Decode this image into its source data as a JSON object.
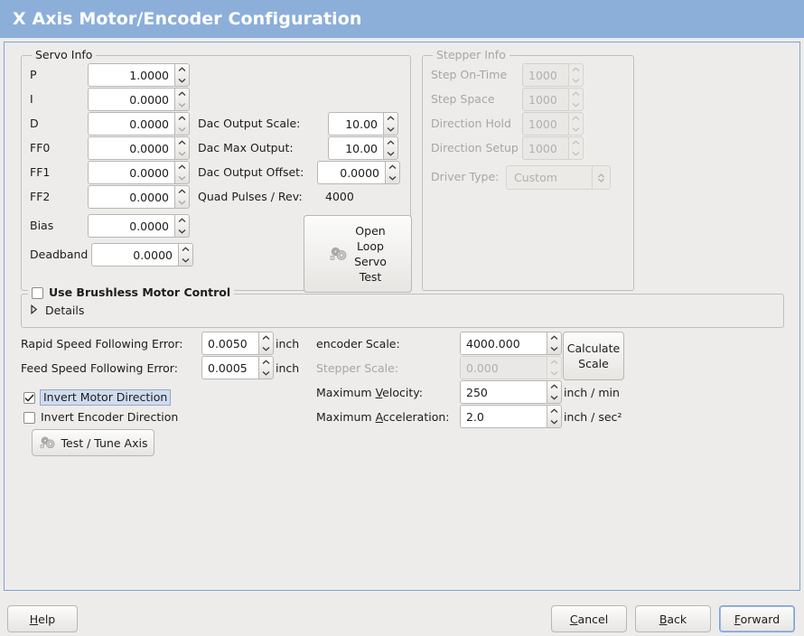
{
  "window": {
    "title": "X Axis Motor/Encoder Configuration",
    "title_bar_color": "#8cafd9",
    "background_color": "#edecea",
    "frame_border_color": "#7ba3d4"
  },
  "servo_info": {
    "legend": "Servo Info",
    "pid_rows": [
      {
        "label": "P",
        "value": "1.0000"
      },
      {
        "label": "I",
        "value": "0.0000"
      },
      {
        "label": "D",
        "value": "0.0000"
      },
      {
        "label": "FF0",
        "value": "0.0000"
      },
      {
        "label": "FF1",
        "value": "0.0000"
      },
      {
        "label": "FF2",
        "value": "0.0000"
      },
      {
        "label": "Bias",
        "value": "0.0000"
      },
      {
        "label": "Deadband",
        "value": "0.0000"
      }
    ],
    "dac_rows": [
      {
        "label": "Dac Output Scale:",
        "value": "10.00"
      },
      {
        "label": "Dac Max Output:",
        "value": "10.00"
      },
      {
        "label": "Dac Output Offset:",
        "value": "0.0000"
      }
    ],
    "quad_pulses": {
      "label": "Quad Pulses / Rev:",
      "value": "4000"
    },
    "open_loop_button": {
      "lines": [
        "Open",
        "Loop",
        "Servo",
        "Test"
      ],
      "icon": "gears-icon"
    }
  },
  "stepper_info": {
    "legend": "Stepper Info",
    "enabled": false,
    "rows": [
      {
        "label": "Step On-Time",
        "value": "1000"
      },
      {
        "label": "Step Space",
        "value": "1000"
      },
      {
        "label": "Direction Hold",
        "value": "1000"
      },
      {
        "label": "Direction Setup",
        "value": "1000"
      }
    ],
    "driver_type": {
      "label": "Driver Type:",
      "value": "Custom"
    }
  },
  "brushless": {
    "checkbox_label": "Use Brushless Motor Control",
    "checked": false,
    "details_label": "Details",
    "details_expanded": false
  },
  "following_error": {
    "rapid": {
      "label": "Rapid Speed Following Error:",
      "value": "0.0050",
      "unit": "inch"
    },
    "feed": {
      "label": "Feed Speed Following Error:",
      "value": "0.0005",
      "unit": "inch"
    }
  },
  "inverts": {
    "motor": {
      "label": "Invert Motor Direction",
      "checked": true,
      "focused": true
    },
    "encoder": {
      "label": "Invert Encoder Direction",
      "checked": false,
      "focused": false
    }
  },
  "test_tune_button": {
    "label": "Test / Tune Axis",
    "icon": "gears-icon"
  },
  "scales": {
    "encoder_scale": {
      "label": "encoder Scale:",
      "value": "4000.000",
      "enabled": true
    },
    "stepper_scale": {
      "label": "Stepper Scale:",
      "value": "0.000",
      "enabled": false
    },
    "max_velocity": {
      "label_pre": "Maximum ",
      "label_accel": "V",
      "label_post": "elocity:",
      "value": "250",
      "unit": "inch / min"
    },
    "max_accel": {
      "label_pre": "Maximum ",
      "label_accel": "A",
      "label_post": "cceleration:",
      "value": "2.0",
      "unit": "inch / sec²"
    },
    "calculate_button": {
      "lines": [
        "Calculate",
        "Scale"
      ]
    }
  },
  "footer": {
    "help": {
      "pre": "",
      "accel": "H",
      "post": "elp"
    },
    "cancel": {
      "pre": "",
      "accel": "C",
      "post": "ancel"
    },
    "back": {
      "pre": "",
      "accel": "B",
      "post": "ack"
    },
    "forward": {
      "pre": "",
      "accel": "F",
      "post": "orward",
      "focused": true
    }
  }
}
